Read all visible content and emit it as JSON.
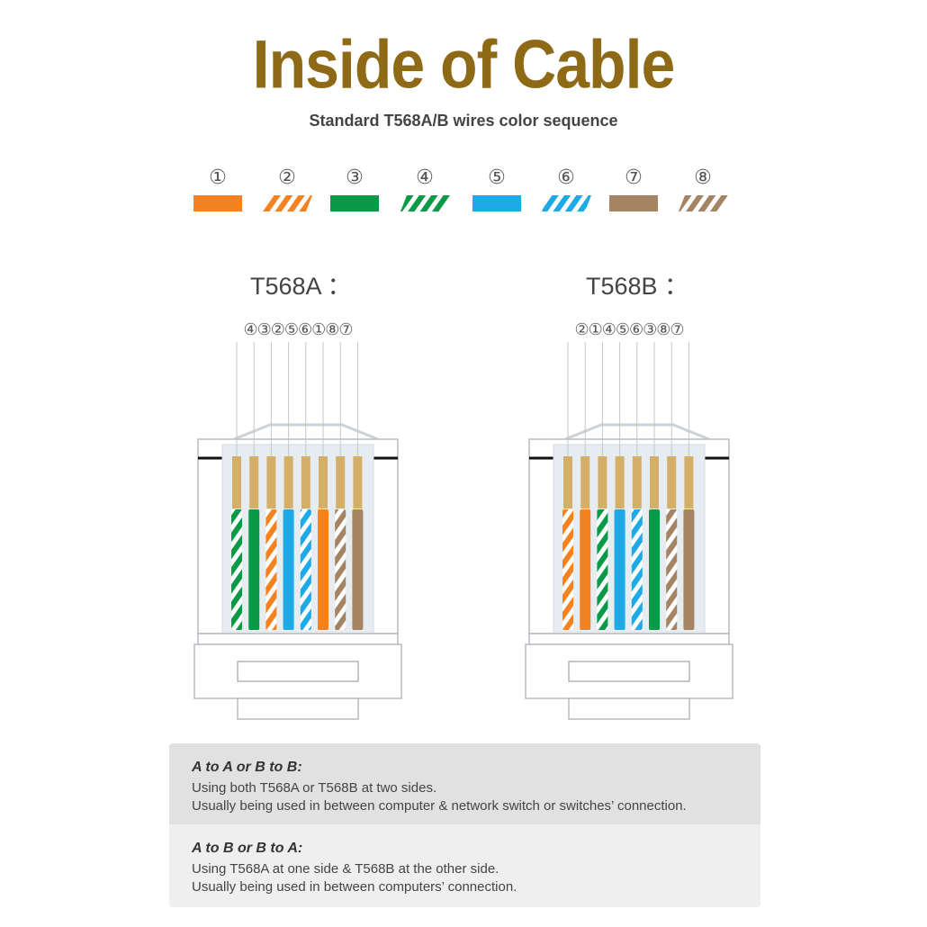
{
  "title": "Inside of Cable",
  "subtitle": "Standard T568A/B wires color sequence",
  "legend": [
    {
      "num": "①",
      "color": "#f58220",
      "striped": false
    },
    {
      "num": "②",
      "color": "#f58220",
      "striped": true
    },
    {
      "num": "③",
      "color": "#0a9a47",
      "striped": false
    },
    {
      "num": "④",
      "color": "#0a9a47",
      "striped": true
    },
    {
      "num": "⑤",
      "color": "#1ea9e7",
      "striped": false
    },
    {
      "num": "⑥",
      "color": "#1ea9e7",
      "striped": true
    },
    {
      "num": "⑦",
      "color": "#a58463",
      "striped": false
    },
    {
      "num": "⑧",
      "color": "#a58463",
      "striped": true
    }
  ],
  "standards": [
    {
      "label": "T568A ：",
      "sequence_text": "④③②⑤⑥①⑧⑦",
      "order": [
        4,
        3,
        2,
        5,
        6,
        1,
        8,
        7
      ]
    },
    {
      "label": "T568B ：",
      "sequence_text": "②①④⑤⑥③⑧⑦",
      "order": [
        2,
        1,
        4,
        5,
        6,
        3,
        8,
        7
      ]
    }
  ],
  "info": [
    {
      "heading": "A to A or B to B:",
      "lines": [
        "Using both T568A or T568B at two sides.",
        "Usually being used in between computer & network switch or switches’ connection."
      ]
    },
    {
      "heading": "A to B or B to A:",
      "lines": [
        "Using T568A at one side & T568B at the other side.",
        "Usually being used in between computers’ connection."
      ]
    }
  ]
}
